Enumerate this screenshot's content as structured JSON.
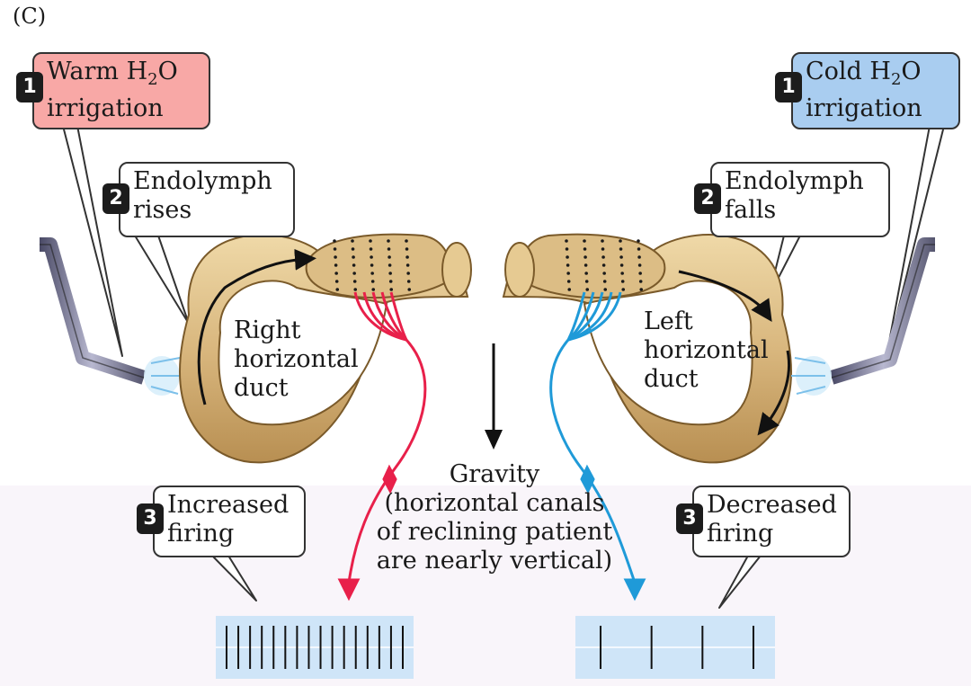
{
  "panel_label": "(C)",
  "left": {
    "step1": {
      "number": "1",
      "line1": "Warm H",
      "sub": "2",
      "after_sub": "O",
      "line2": "irrigation"
    },
    "step2": {
      "number": "2",
      "line1": "Endolymph",
      "line2": "rises"
    },
    "duct_label": [
      "Right",
      "horizontal",
      "duct"
    ],
    "step3": {
      "number": "3",
      "line1": "Increased",
      "line2": "firing"
    },
    "spike_count": 16,
    "nerve_color": "#e8204a"
  },
  "right": {
    "step1": {
      "number": "1",
      "line1": "Cold H",
      "sub": "2",
      "after_sub": "O",
      "line2": "irrigation"
    },
    "step2": {
      "number": "2",
      "line1": "Endolymph",
      "line2": "falls"
    },
    "duct_label": [
      "Left",
      "horizontal",
      "duct"
    ],
    "step3": {
      "number": "3",
      "line1": "Decreased",
      "line2": "firing"
    },
    "spike_count": 4,
    "nerve_color": "#1f9ad8"
  },
  "gravity": [
    "Gravity",
    "(horizontal canals",
    "of reclining patient",
    "are nearly vertical)"
  ],
  "colors": {
    "warm": "#f8a8a6",
    "cold": "#a9cdf0",
    "canal": "#d9b77e",
    "recording": "#cfe5f8"
  }
}
